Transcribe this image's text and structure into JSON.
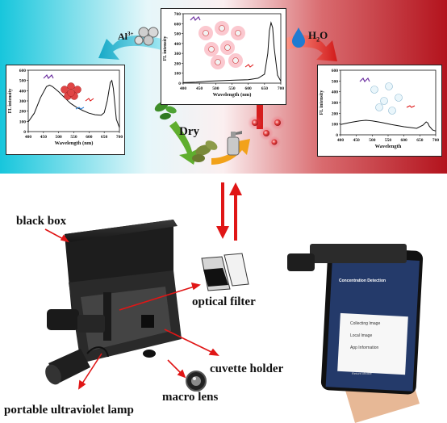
{
  "top": {
    "al_label": "Al",
    "al_sup": "3+",
    "h2o_label": "H",
    "h2o_sub": "2",
    "h2o_o": "O",
    "dry_label": "Dry",
    "colors": {
      "cyan": "#16c3db",
      "red": "#b3131d",
      "green_arrow": "#5fae2e",
      "orange_arrow": "#f2a21a"
    }
  },
  "chart_data": [
    {
      "type": "line",
      "name": "left-spectrum",
      "xlabel": "Wavelength (nm)",
      "ylabel": "FL intensity",
      "xlim": [
        400,
        700
      ],
      "ylim": [
        0,
        600
      ],
      "xticks": [
        "400",
        "450",
        "500",
        "550",
        "600",
        "650",
        "700"
      ],
      "yticks": [
        "0",
        "100",
        "200",
        "300",
        "400",
        "500",
        "600"
      ],
      "x": [
        400,
        420,
        440,
        460,
        470,
        480,
        500,
        520,
        540,
        560,
        580,
        600,
        620,
        640,
        650,
        660,
        670,
        675,
        680,
        690,
        700
      ],
      "y": [
        95,
        180,
        330,
        440,
        455,
        440,
        390,
        330,
        275,
        235,
        205,
        180,
        165,
        160,
        185,
        300,
        480,
        500,
        420,
        120,
        40
      ]
    },
    {
      "type": "line",
      "name": "center-spectrum",
      "xlabel": "Wavelength (nm)",
      "ylabel": "FL intensity",
      "xlim": [
        400,
        700
      ],
      "ylim": [
        0,
        700
      ],
      "xticks": [
        "400",
        "450",
        "500",
        "550",
        "600",
        "650",
        "700"
      ],
      "yticks": [
        "0",
        "100",
        "200",
        "300",
        "400",
        "500",
        "600",
        "700"
      ],
      "x": [
        400,
        440,
        480,
        520,
        560,
        600,
        630,
        650,
        660,
        665,
        670,
        675,
        680,
        690,
        700
      ],
      "y": [
        5,
        10,
        20,
        25,
        30,
        35,
        50,
        90,
        300,
        530,
        610,
        560,
        350,
        80,
        20
      ]
    },
    {
      "type": "line",
      "name": "right-spectrum",
      "xlabel": "Wavelength",
      "ylabel": "FL intensity",
      "xlim": [
        400,
        700
      ],
      "ylim": [
        0,
        600
      ],
      "xticks": [
        "400",
        "450",
        "500",
        "550",
        "600",
        "650",
        "700"
      ],
      "yticks": [
        "0",
        "100",
        "200",
        "300",
        "400",
        "500",
        "600"
      ],
      "x": [
        400,
        430,
        460,
        480,
        500,
        530,
        560,
        600,
        640,
        660,
        670,
        675,
        680,
        690,
        700
      ],
      "y": [
        95,
        115,
        130,
        135,
        130,
        115,
        95,
        75,
        60,
        90,
        120,
        110,
        80,
        45,
        35
      ]
    }
  ],
  "device_labels": {
    "black_box": "black box",
    "optical_filter": "optical filter",
    "cuvette_holder": "cuvette holder",
    "macro_lens": "macro lens",
    "uv_lamp": "portable ultraviolet lamp"
  },
  "phone": {
    "title": "Concentration Detection",
    "items": [
      "Collecting Image",
      "Local Image",
      "App Information"
    ],
    "footer": "Return choice"
  }
}
